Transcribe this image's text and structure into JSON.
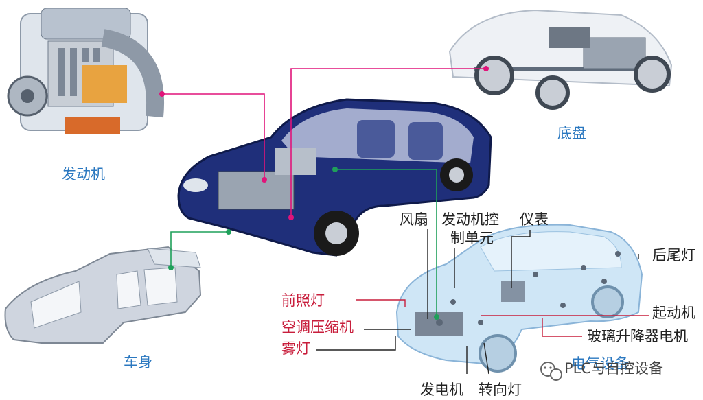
{
  "colors": {
    "connector_magenta": "#e0147a",
    "connector_green": "#1fa05a",
    "label_blue": "#2b78c0",
    "label_red": "#c81e3c",
    "car_body": "#1f2f7a"
  },
  "sections": {
    "engine": "发动机",
    "chassis": "底盘",
    "body": "车身",
    "electrical": "电气设备"
  },
  "electrical_parts": {
    "fan": "风扇",
    "ecu_line1": "发动机控",
    "ecu_line2": "制单元",
    "instrument": "仪表",
    "tail_light": "后尾灯",
    "headlight": "前照灯",
    "ac_compressor": "空调压缩机",
    "starter": "起动机",
    "fog_light": "雾灯",
    "window_motor": "玻璃升降器电机",
    "generator": "发电机",
    "turn_signal": "转向灯"
  },
  "watermark": "PLC与自控设备",
  "icons": {
    "watermark_logo": "wechat-icon"
  }
}
